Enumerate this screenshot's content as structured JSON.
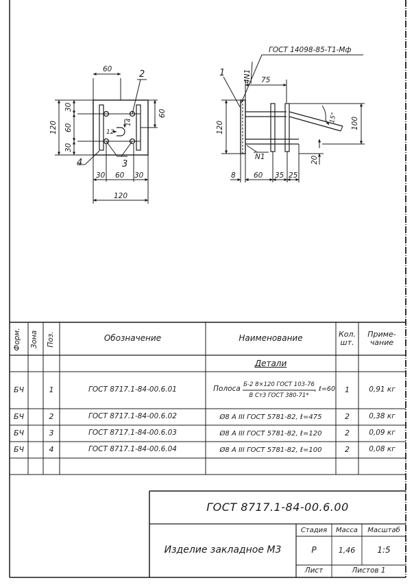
{
  "drawing": {
    "left_view": {
      "dim_top": "60",
      "dim_left_total": "120",
      "dim_left_a": "30",
      "dim_left_b": "60",
      "dim_left_c": "30",
      "dim_right": "60",
      "dim_inner_14": "14",
      "dim_inner_12": "12",
      "dim_bottom_a": "30",
      "dim_bottom_b": "60",
      "dim_bottom_c": "30",
      "dim_bottom_total": "120",
      "callout_2": "2",
      "callout_3": "3",
      "callout_4": "4"
    },
    "right_view": {
      "weld_note": "ГОСТ 14098-85-Т1-Мф",
      "callout_1": "1",
      "label_4n1": "4N1",
      "label_n1": "N1",
      "dim_75": "75",
      "dim_120": "120",
      "dim_100": "100",
      "dim_angle": "15°",
      "dim_20": "20",
      "dim_8": "8",
      "dim_60": "60",
      "dim_35": "35",
      "dim_25": "25"
    }
  },
  "spec_table": {
    "headers": {
      "format": "Форм.",
      "zone": "Зона",
      "pos": "Поз.",
      "designation": "Обозначение",
      "name": "Наименование",
      "qty": "Кол. шт.",
      "note": "Приме- чание"
    },
    "section": "Детали",
    "rows": [
      {
        "format": "БЧ",
        "pos": "1",
        "designation": "ГОСТ 8717.1-84-00.6.01",
        "name_prefix": "Полоса",
        "name_num": "Б-2 8×120 ГОСТ 103-76",
        "name_den": "В Ст3    ГОСТ 380-71*",
        "name_suffix": ", ℓ=60",
        "qty": "1",
        "note": "0,91 кг"
      },
      {
        "format": "БЧ",
        "pos": "2",
        "designation": "ГОСТ 8717.1-84-00.6.02",
        "name": "Ø8 А III  ГОСТ 5781-82,  ℓ=475",
        "qty": "2",
        "note": "0,38 кг"
      },
      {
        "format": "БЧ",
        "pos": "3",
        "designation": "ГОСТ 8717.1-84-00.6.03",
        "name": "Ø8 А III  ГОСТ 5781-82,  ℓ=120",
        "qty": "2",
        "note": "0,09 кг"
      },
      {
        "format": "БЧ",
        "pos": "4",
        "designation": "ГОСТ 8717.1-84-00.6.04",
        "name": "Ø8 А III  ГОСТ 5781-82,  ℓ=100",
        "qty": "2",
        "note": "0,08 кг"
      }
    ]
  },
  "title_block": {
    "designation": "ГОСТ 8717.1-84-00.6.00",
    "product_name": "Изделие закладное М3",
    "stage_label": "Стадия",
    "mass_label": "Масса",
    "scale_label": "Масштаб",
    "stage_value": "Р",
    "mass_value": "1,46",
    "scale_value": "1:5",
    "sheet_label": "Лист",
    "sheets_label": "Листов 1"
  }
}
